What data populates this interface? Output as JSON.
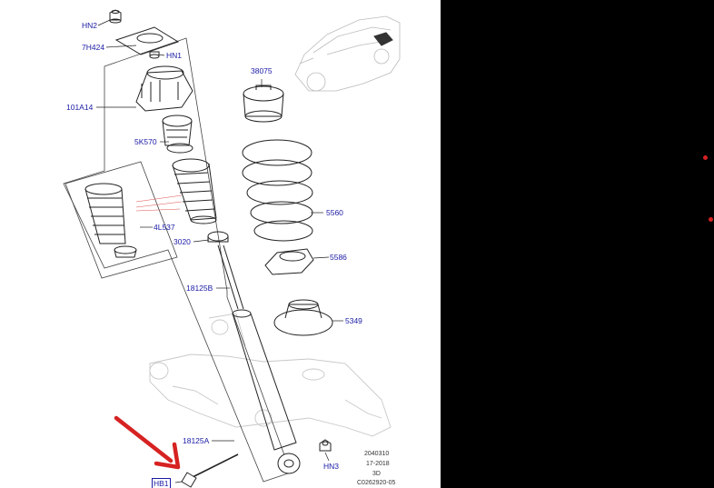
{
  "colors": {
    "label": "#1a1aa6",
    "highlight": "#d62222",
    "outline": "#222222",
    "ghost": "#c8c8c8",
    "ref_text": "#333333"
  },
  "labels": {
    "hn2": "HN2",
    "p7h424": "7H424",
    "hn1": "HN1",
    "p101a14": "101A14",
    "p5k570": "5K570",
    "p4l537": "4L537",
    "p3020": "3020",
    "p18125b": "18125B",
    "p18125a": "18125A",
    "hb1": "HB1",
    "hn3": "HN3",
    "p38075": "38075",
    "p5560": "5560",
    "p5586": "5586",
    "p5349": "5349"
  },
  "reference": {
    "line1": "2040310",
    "line2": "17-2018",
    "line3": "3D",
    "line4": "C0262920-05"
  }
}
